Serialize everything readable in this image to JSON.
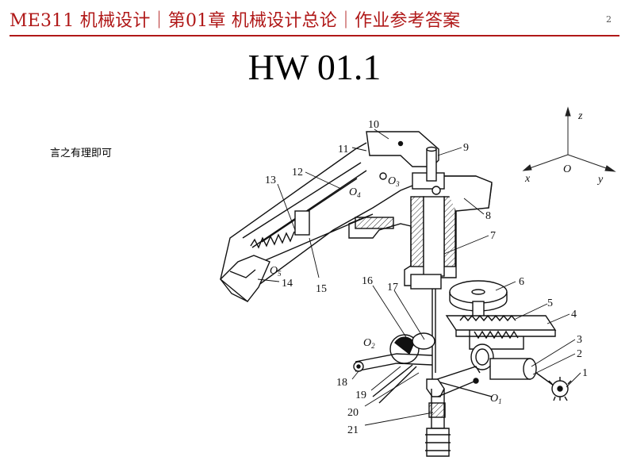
{
  "header": {
    "title": "ME311 机械设计｜第01章 机械设计总论｜作业参考答案",
    "page_number": "2"
  },
  "main": {
    "title": "HW 01.1",
    "note": "言之有理即可"
  },
  "figure": {
    "part_labels": [
      "1",
      "2",
      "3",
      "4",
      "5",
      "6",
      "7",
      "8",
      "9",
      "10",
      "11",
      "12",
      "13",
      "14",
      "15",
      "16",
      "17",
      "18",
      "19",
      "20",
      "21"
    ],
    "point_labels": {
      "o1": "O",
      "o1_sub": "1",
      "o2": "O",
      "o2_sub": "2",
      "o3": "O",
      "o3_sub": "3",
      "o4": "O",
      "o4_sub": "4",
      "o5": "O",
      "o5_sub": "5"
    },
    "axis_labels": {
      "z": "z",
      "x": "x",
      "y": "y",
      "origin": "O"
    }
  }
}
